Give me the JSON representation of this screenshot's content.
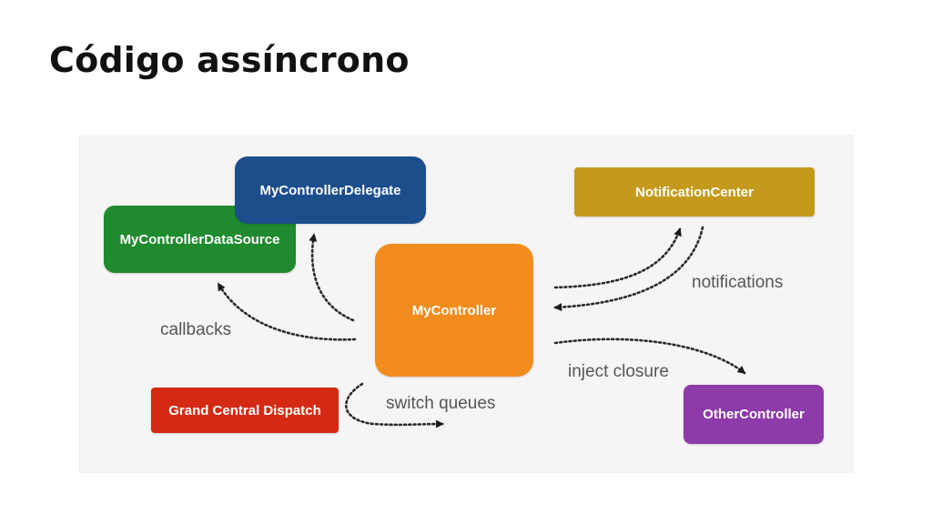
{
  "slide": {
    "title": "Código assíncrono"
  },
  "nodes": {
    "delegate": {
      "label": "MyControllerDelegate",
      "color": "#1d4e8c"
    },
    "data_source": {
      "label": "MyControllerDataSource",
      "color": "#1f8a2e"
    },
    "notification_center": {
      "label": "NotificationCenter",
      "color": "#c49a1d"
    },
    "my_controller": {
      "label": "MyController",
      "color": "#f28c1e"
    },
    "gcd": {
      "label": "Grand Central Dispatch",
      "color": "#d42a14"
    },
    "other_controller": {
      "label": "OtherController",
      "color": "#8c3ba8"
    }
  },
  "labels": {
    "callbacks": "callbacks",
    "notifications": "notifications",
    "inject_closure": "inject closure",
    "switch_queues": "switch queues"
  }
}
